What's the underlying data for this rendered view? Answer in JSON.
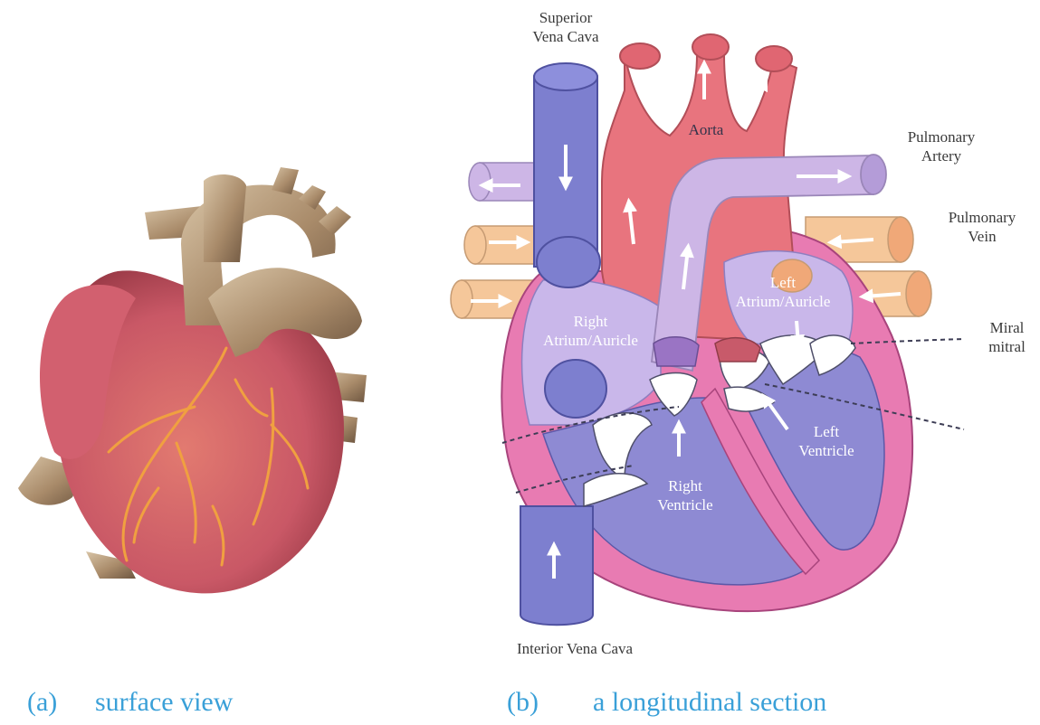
{
  "captions": {
    "a_marker": "(a)",
    "a_text": "surface view",
    "b_marker": "(b)",
    "b_text": "a longitudinal section"
  },
  "labels": {
    "superior_vena_cava_1": "Superior",
    "superior_vena_cava_2": "Vena Cava",
    "aorta": "Aorta",
    "pulmonary_artery_1": "Pulmonary",
    "pulmonary_artery_2": "Artery",
    "pulmonary_vein_1": "Pulmonary",
    "pulmonary_vein_2": "Vein",
    "right_atrium_1": "Right",
    "right_atrium_2": "Atrium/Auricle",
    "left_atrium_1": "Left",
    "left_atrium_2": "Atrium/Auricle",
    "miral_1": "Miral",
    "miral_2": "mitral",
    "left_ventricle_1": "Left",
    "left_ventricle_2": "Ventricle",
    "right_ventricle_1": "Right",
    "right_ventricle_2": "Ventricle",
    "interior_vena_cava": "Interior Vena Cava"
  },
  "colors": {
    "aorta": "#e8747e",
    "vena_cava": "#7d7fcf",
    "pulmonary_artery": "#cdb6e6",
    "pulmonary_vein": "#f5c79a",
    "heart_wall": "#e87bb2",
    "right_atrium_chamber": "#c9b7ea",
    "ventricle_chamber": "#8e8ad3",
    "caption": "#3aa0d8",
    "surface_heart": "#c95866",
    "surface_vessels": "#a98b6a"
  }
}
